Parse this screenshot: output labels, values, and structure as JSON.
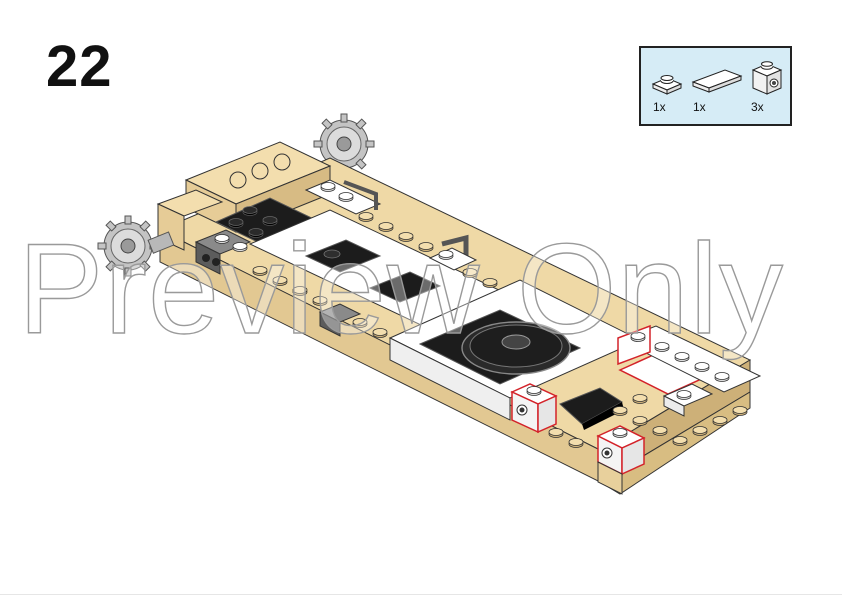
{
  "step": {
    "number": "22"
  },
  "parts": [
    {
      "icon": "plate-1x1-icon",
      "qty": "1x"
    },
    {
      "icon": "tile-1x2-icon",
      "qty": "1x"
    },
    {
      "icon": "brick-1x1-stud-side-icon",
      "qty": "3x"
    }
  ],
  "watermark": {
    "text": "Preview Only"
  },
  "colors": {
    "tan": "#efd9a6",
    "tan_dark": "#d8bd82",
    "white_part": "#ffffff",
    "black_part": "#1c1c1c",
    "gray_part": "#6e6e6e",
    "gear_gray": "#b9b9b9",
    "highlight_red": "#d3232a",
    "parts_box_bg": "#d6ecf6"
  }
}
